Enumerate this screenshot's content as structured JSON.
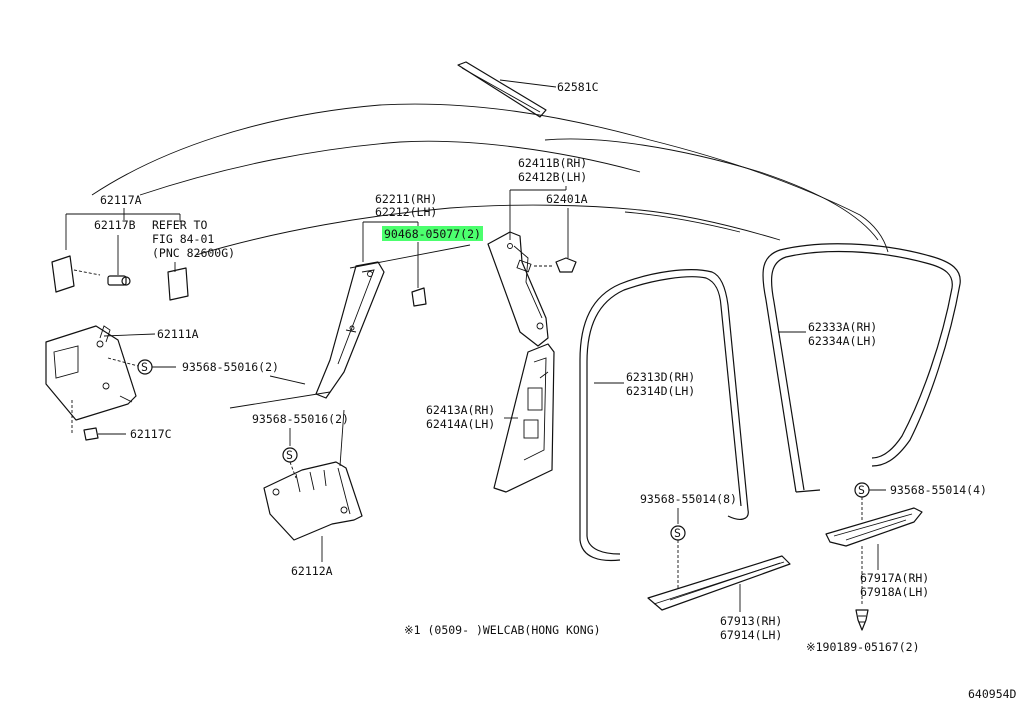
{
  "diagram": {
    "highlight_color": "#4cff6e",
    "callouts": {
      "c62581C": "62581C",
      "c62117A": "62117A",
      "c62117B": "62117B",
      "refer_line1": "REFER TO",
      "refer_line2": "FIG 84-01",
      "refer_line3": "(PNC 82600G)",
      "c62111A": "62111A",
      "c93568_55016_a": "93568-55016(2)",
      "c62117C": "62117C",
      "c62211": "62211(RH)",
      "c62212": "62212(LH)",
      "c90468": "90468-05077(2)",
      "c62411B": "62411B(RH)",
      "c62412B": "62412B(LH)",
      "c62401A": "62401A",
      "c62333A": "62333A(RH)",
      "c62334A": "62334A(LH)",
      "c62313D": "62313D(RH)",
      "c62314D": "62314D(LH)",
      "c62413A": "62413A(RH)",
      "c62414A": "62414A(LH)",
      "c93568_55016_b": "93568-55016(2)",
      "c62112A": "62112A",
      "c93568_55014_a": "93568-55014(8)",
      "c93568_55014_b": "93568-55014(4)",
      "c67917A": "67917A(RH)",
      "c67918A": "67918A(LH)",
      "c67913": "67913(RH)",
      "c67914": "67914(LH)",
      "c90189": "※190189-05167(2)",
      "footnote": "※1 (0509-    )WELCAB(HONG KONG)",
      "figure_id": "640954D"
    }
  }
}
